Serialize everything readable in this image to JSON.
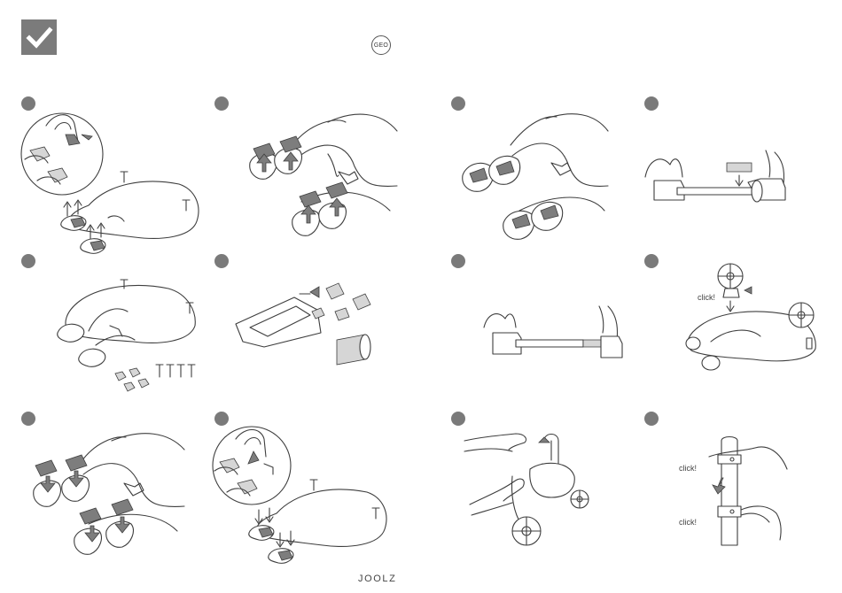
{
  "header": {
    "check_icon": "checkmark-icon",
    "geo_badge": "GEO",
    "accent_gray": "#7a7a7a"
  },
  "steps": [
    {
      "id": 1,
      "icon": "step-marker"
    },
    {
      "id": 2,
      "icon": "step-marker"
    },
    {
      "id": 3,
      "icon": "step-marker"
    },
    {
      "id": 4,
      "icon": "step-marker"
    },
    {
      "id": 5,
      "icon": "step-marker"
    },
    {
      "id": 6,
      "icon": "step-marker"
    },
    {
      "id": 7,
      "icon": "step-marker"
    },
    {
      "id": 8,
      "icon": "step-marker"
    },
    {
      "id": 9,
      "icon": "step-marker"
    },
    {
      "id": 10,
      "icon": "step-marker"
    },
    {
      "id": 11,
      "icon": "step-marker"
    },
    {
      "id": 12,
      "icon": "step-marker"
    }
  ],
  "labels": {
    "click_8": "click!",
    "click_12a": "click!",
    "click_12b": "click!"
  },
  "footer": {
    "brand": "JOOLZ"
  }
}
